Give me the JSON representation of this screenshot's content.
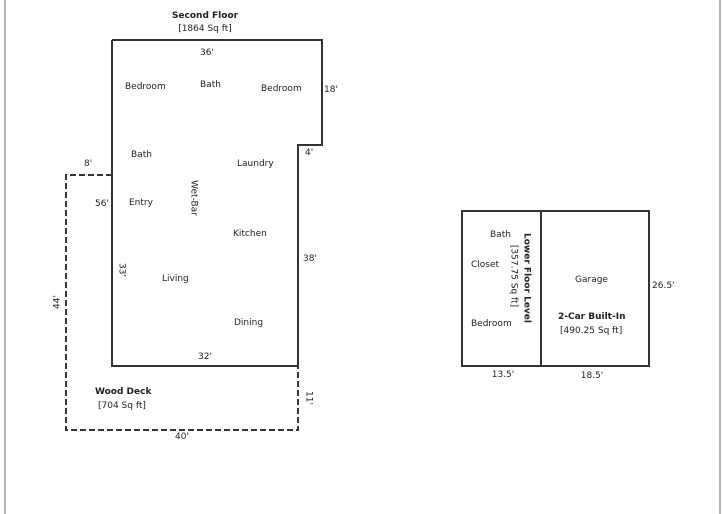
{
  "second_floor": {
    "title": "Second Floor",
    "area": "[1864 Sq ft]",
    "rooms": [
      "Bedroom",
      "Bath",
      "Bedroom",
      "Bath",
      "Laundry",
      "Entry",
      "Wet-Bar",
      "Kitchen",
      "Living",
      "Dining"
    ],
    "dimensions": {
      "top": "36'",
      "right_upper": "18'",
      "notch": "4'",
      "right_lower": "38'",
      "left": "56'",
      "left_inner": "33'",
      "bottom": "32'"
    }
  },
  "wood_deck": {
    "title": "Wood Deck",
    "area": "[704 Sq ft]",
    "dimensions": {
      "top": "8'",
      "left": "44'",
      "right": "11'",
      "bottom": "40'"
    }
  },
  "lower_floor": {
    "title": "Lower Floor Level",
    "area": "[357.75 Sq ft]",
    "rooms": [
      "Bath",
      "Closet",
      "Bedroom"
    ],
    "dimensions": {
      "bottom": "13.5'"
    }
  },
  "garage": {
    "room": "Garage",
    "title": "2-Car Built-In",
    "area": "[490.25 Sq ft]",
    "dimensions": {
      "right": "26.5'",
      "bottom": "18.5'"
    }
  },
  "colors": {
    "wall": "#333333",
    "border": "#b5b5b5"
  }
}
